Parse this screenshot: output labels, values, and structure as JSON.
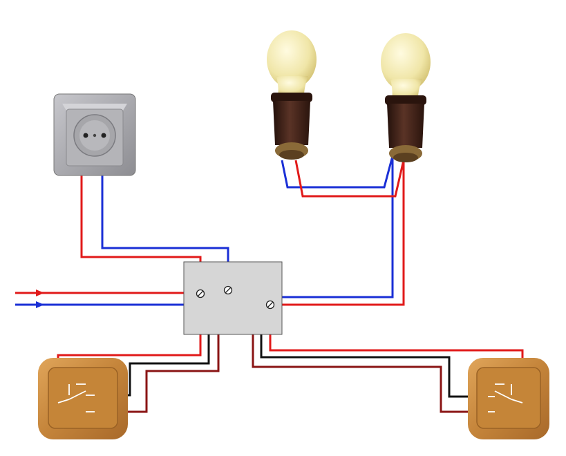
{
  "diagram": {
    "description_text": "",
    "colors": {
      "background": "#ffffff",
      "phase_wire": "#e11a1a",
      "neutral_wire": "#1a2fd6",
      "switched_wire_dark": "#8a1414",
      "traveler_wire": "#111111",
      "junction_box": "#d6d6d6",
      "junction_box_border": "#555555",
      "socket_body": "#a8a8ac",
      "bulb_glass": "#f2eab0",
      "bulb_base": "#3e2119",
      "switch_wood": "#c98a3c"
    },
    "components": [
      {
        "id": "socket",
        "kind": "power-outlet-icon"
      },
      {
        "id": "bulb-1",
        "kind": "light-bulb-icon"
      },
      {
        "id": "bulb-2",
        "kind": "light-bulb-icon"
      },
      {
        "id": "junction-box",
        "kind": "junction-box"
      },
      {
        "id": "switch-left",
        "kind": "two-way-switch-icon"
      },
      {
        "id": "switch-right",
        "kind": "two-way-switch-icon"
      }
    ],
    "inputs": [
      {
        "id": "phase-input",
        "kind": "arrow-right-icon",
        "color_key": "phase_wire"
      },
      {
        "id": "neutral-input",
        "kind": "arrow-right-icon",
        "color_key": "neutral_wire"
      }
    ]
  }
}
